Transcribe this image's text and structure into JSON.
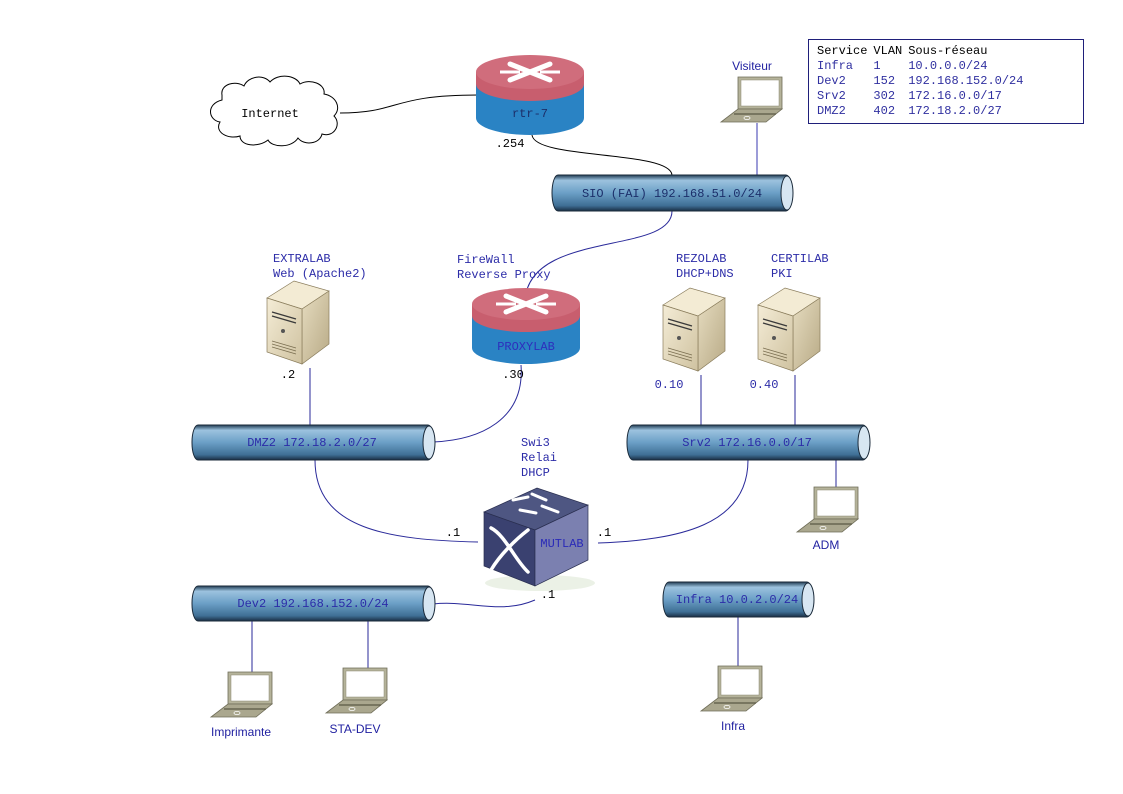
{
  "legend": {
    "headers": [
      "Service",
      "VLAN",
      "Sous-réseau"
    ],
    "rows": [
      {
        "service": "Infra",
        "vlan": "1",
        "subnet": "10.0.0.0/24"
      },
      {
        "service": "Dev2",
        "vlan": "152",
        "subnet": "192.168.152.0/24"
      },
      {
        "service": "Srv2",
        "vlan": "302",
        "subnet": "172.16.0.0/17"
      },
      {
        "service": "DMZ2",
        "vlan": "402",
        "subnet": "172.18.2.0/27"
      }
    ]
  },
  "cloud": {
    "label": "Internet"
  },
  "routers": {
    "rtr7": {
      "label": "rtr-7",
      "ip_suffix": ".254"
    },
    "proxy": {
      "label": "PROXYLAB",
      "title_line1": "FireWall",
      "title_line2": "Reverse Proxy",
      "ip_suffix": ".30"
    }
  },
  "segments": {
    "sio": {
      "label": "SIO (FAI) 192.168.51.0/24"
    },
    "dmz2": {
      "label": "DMZ2 172.18.2.0/27"
    },
    "srv2": {
      "label": "Srv2 172.16.0.0/17"
    },
    "dev2": {
      "label": "Dev2 192.168.152.0/24"
    },
    "infra": {
      "label": "Infra 10.0.2.0/24"
    }
  },
  "servers": {
    "extralab": {
      "line1": "EXTRALAB",
      "line2": "Web (Apache2)",
      "ip_suffix": ".2"
    },
    "rezolab": {
      "line1": "REZOLAB",
      "line2": "DHCP+DNS",
      "ip_suffix": "0.10"
    },
    "certilab": {
      "line1": "CERTILAB",
      "line2": "PKI",
      "ip_suffix": "0.40"
    }
  },
  "switch": {
    "label": "MUTLAB",
    "title_line1": "Swi3",
    "title_line2": "Relai",
    "title_line3": "DHCP",
    "ip_left": ".1",
    "ip_right": ".1",
    "ip_bottom": ".1"
  },
  "laptops": {
    "visiteur": {
      "label": "Visiteur"
    },
    "adm": {
      "label": "ADM"
    },
    "imprimante": {
      "label": "Imprimante"
    },
    "sta_dev": {
      "label": "STA-DEV"
    },
    "infra": {
      "label": "Infra"
    }
  },
  "colors": {
    "link": "#2a2a9a",
    "label_blue": "#2c2ca8",
    "router_top": "#c85a68",
    "router_body": "#2a7fc0",
    "switch": "#3d4570",
    "tube": "#6a9ec4"
  }
}
